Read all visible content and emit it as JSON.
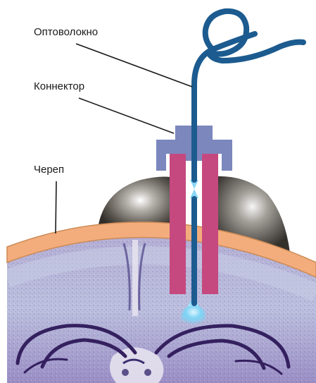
{
  "labels": {
    "fiber": "Оптоволокно",
    "connector": "Коннектор",
    "skull": "Череп"
  },
  "colors": {
    "fiber": "#1c5b8f",
    "connector": "#7b87bd",
    "cannula": "#c5497f",
    "skull": "#f3ad7d",
    "brain": "#a89cc8",
    "hippocampus": "#34205f",
    "light": "#64c8f0",
    "electrode": "#4a4640"
  }
}
